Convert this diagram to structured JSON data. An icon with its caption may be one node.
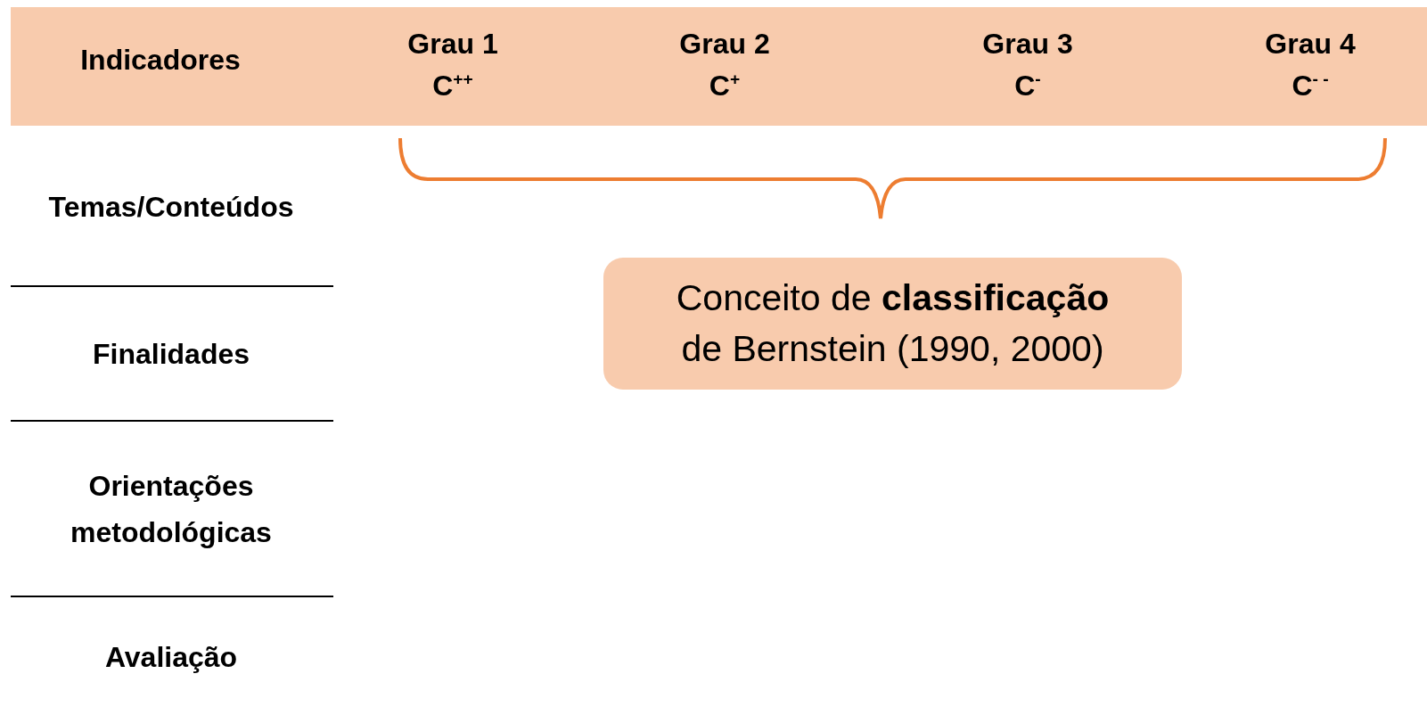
{
  "diagram": {
    "nodes": [
      {
        "text": [
          "Indicadores",
          "Grau 1 C$^{++}$",
          "Grau 2 C$^{+}$",
          "Grau 3 C$^{-}$",
          "Grau 4 C$^{- -}$"
        ]
      },
      {
        "text": [
          "Conceito de **classificação** de Bernstein (1990, 2000)"
        ]
      }
    ],
    "edges": [],
    "labels": [
      "Temas/Conteúdos",
      "Finalidades",
      "Orientações metodológicas",
      "Avaliação"
    ]
  }
}
